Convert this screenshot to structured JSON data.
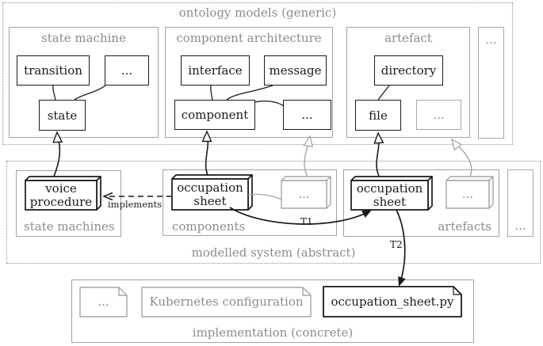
{
  "ontology": {
    "title": "ontology models (generic)",
    "more": "...",
    "state_machine": {
      "title": "state machine",
      "transition": "transition",
      "more": "...",
      "state": "state"
    },
    "component_architecture": {
      "title": "component architecture",
      "interface": "interface",
      "message": "message",
      "component": "component",
      "more": "..."
    },
    "artefact": {
      "title": "artefact",
      "directory": "directory",
      "file": "file",
      "more": "..."
    }
  },
  "modelled_system": {
    "title": "modelled system (abstract)",
    "more": "...",
    "state_machines": {
      "title": "state machines",
      "voice_procedure": "voice procedure"
    },
    "components": {
      "title": "components",
      "occupation_sheet": "occupation sheet",
      "more": "..."
    },
    "artefacts": {
      "title": "artefacts",
      "occupation_sheet": "occupation sheet",
      "more": "..."
    }
  },
  "implementation": {
    "title": "implementation (concrete)",
    "more": "...",
    "kubernetes_configuration": "Kubernetes configuration",
    "occupation_sheet_py": "occupation_sheet.py"
  },
  "edges": {
    "implements": "implements",
    "t1": "T1",
    "t2": "T2"
  },
  "colors": {
    "ink": "#1a1a1a",
    "gray_text": "#8c8c8c",
    "gray_border": "#a2a2a2"
  }
}
